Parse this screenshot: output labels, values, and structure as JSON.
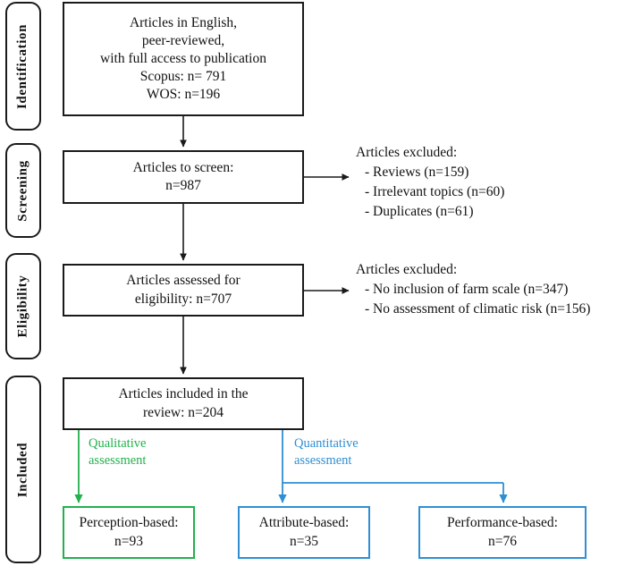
{
  "diagram": {
    "title": "PRISMA study selection flow diagram",
    "colors": {
      "black": "#1a1a1a",
      "green": "#22b14c",
      "blue": "#2e8fd4",
      "background": "#ffffff"
    }
  },
  "stages": [
    {
      "label": "Identification"
    },
    {
      "label": "Screening"
    },
    {
      "label": "Eligibility"
    },
    {
      "label": "Included"
    }
  ],
  "boxes": {
    "identification": {
      "lines": [
        "Articles in English,",
        "peer-reviewed,",
        "with full access to publication",
        "Scopus: n= 791",
        "WOS: n=196"
      ]
    },
    "screening": {
      "lines": [
        "Articles to screen:",
        "n=987"
      ]
    },
    "eligibility": {
      "lines": [
        "Articles assessed for",
        "eligibility:  n=707"
      ]
    },
    "included": {
      "lines": [
        "Articles included in the",
        "review: n=204"
      ]
    },
    "perception": {
      "lines": [
        "Perception-based:",
        "n=93"
      ]
    },
    "attribute": {
      "lines": [
        "Attribute-based:",
        "n=35"
      ]
    },
    "performance": {
      "lines": [
        "Performance-based:",
        "n=76"
      ]
    }
  },
  "notes": {
    "screening_excluded": {
      "title": "Articles excluded:",
      "items": [
        "-  Reviews (n=159)",
        "-  Irrelevant topics (n=60)",
        "-  Duplicates (n=61)"
      ]
    },
    "eligibility_excluded": {
      "title": "Articles excluded:",
      "items": [
        "-  No inclusion  of farm scale (n=347)",
        "-  No assessment of climatic risk (n=156)"
      ]
    }
  },
  "captions": {
    "qualitative": {
      "line1": "Qualitative",
      "line2": "assessment"
    },
    "quantitative": {
      "line1": "Quantitative",
      "line2": "assessment"
    }
  }
}
